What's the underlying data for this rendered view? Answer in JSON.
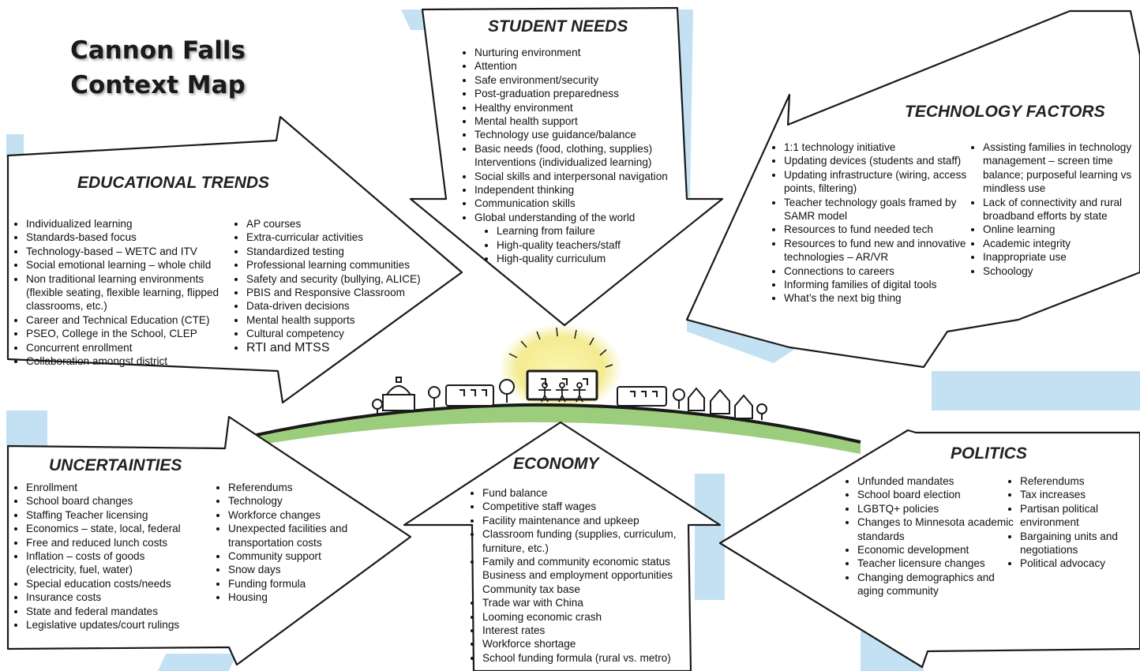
{
  "title": {
    "line1": "Cannon Falls",
    "line2": "Context Map"
  },
  "student_needs": {
    "heading": "STUDENT NEEDS",
    "items": [
      "Nurturing environment",
      "Attention",
      "Safe environment/security",
      "Post-graduation preparedness",
      "Healthy environment",
      "Mental health support",
      "Technology use guidance/balance",
      "Basic needs (food, clothing, supplies)",
      "Interventions (individualized learning)",
      "Social skills and interpersonal navigation",
      "Independent thinking",
      "Communication skills",
      "Global understanding of the world"
    ],
    "subitems": [
      "Learning from failure",
      "High-quality teachers/staff",
      "High-quality curriculum"
    ]
  },
  "technology_factors": {
    "heading": "TECHNOLOGY FACTORS",
    "col1": [
      "1:1 technology initiative",
      "Updating devices (students and staff)",
      "Updating infrastructure (wiring, access points, filtering)",
      "Teacher technology goals framed by SAMR model",
      "Resources to fund needed tech",
      "Resources to fund new and innovative technologies – AR/VR",
      "Connections to careers",
      "Informing families of digital tools",
      "What’s the next big thing"
    ],
    "col2": [
      "Assisting families in technology management – screen time balance; purposeful learning vs mindless use",
      "Lack of connectivity and rural broadband efforts by state",
      "Online learning",
      "Academic integrity",
      "Inappropriate use",
      "Schoology"
    ]
  },
  "educational_trends": {
    "heading": "EDUCATIONAL TRENDS",
    "col1": [
      "Individualized learning",
      "Standards-based focus",
      "Technology-based – WETC and ITV",
      "Social emotional learning – whole child",
      "Non traditional learning environments (flexible seating, flexible learning, flipped classrooms, etc.)",
      "Career and Technical Education (CTE)",
      "PSEO, College in the School, CLEP",
      "Concurrent enrollment",
      "Collaboration amongst district"
    ],
    "col2": [
      "AP courses",
      "Extra-curricular activities",
      "Standardized testing",
      "Professional learning communities",
      "Safety and security (bullying, ALICE)",
      "PBIS and Responsive Classroom",
      "Data-driven decisions",
      "Mental health supports",
      "Cultural competency",
      "RTI and MTSS"
    ]
  },
  "uncertainties": {
    "heading": "UNCERTAINTIES",
    "col1": [
      "Enrollment",
      "School board changes",
      "Staffing Teacher licensing",
      "Economics – state, local, federal",
      "Free and reduced lunch costs",
      "Inflation – costs of goods (electricity, fuel, water)",
      "Special education costs/needs",
      "Insurance costs",
      "State and federal mandates",
      "Legislative updates/court rulings"
    ],
    "col2": [
      "Referendums",
      "Technology",
      "Workforce changes",
      "Unexpected facilities and transportation costs",
      "Community support",
      "Snow days",
      "Funding formula",
      "Housing"
    ]
  },
  "economy": {
    "heading": "ECONOMY",
    "items": [
      "Fund balance",
      "Competitive staff wages",
      "Facility maintenance and upkeep",
      "Classroom funding (supplies, curriculum, furniture, etc.)",
      "Family and community economic status Business and employment opportunities Community tax base",
      "Trade war with China",
      "Looming economic crash",
      "Interest rates",
      "Workforce shortage",
      "School funding formula (rural vs. metro)"
    ]
  },
  "politics": {
    "heading": "POLITICS",
    "col1": [
      "Unfunded mandates",
      "School board election",
      "LGBTQ+ policies",
      "Changes to Minnesota academic standards",
      "Economic development",
      "Teacher licensure changes",
      "Changing demographics and aging community"
    ],
    "col2": [
      "Referendums",
      "Tax increases",
      "Partisan political environment",
      "Bargaining units and negotiations",
      "Political advocacy"
    ]
  },
  "colors": {
    "shadow_blue": "#b9dcf0",
    "ground_green": "#8cc56a",
    "sun_yellow": "#f3e985",
    "outline": "#1a1a1a"
  }
}
